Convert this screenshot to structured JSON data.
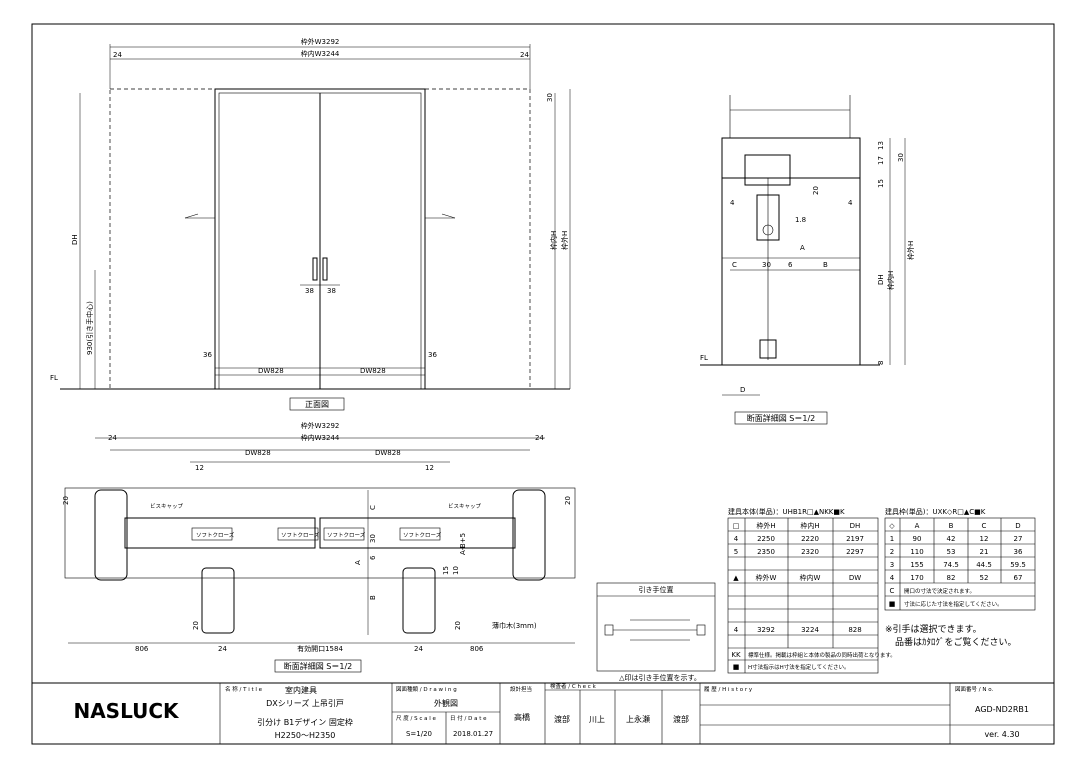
{
  "elevation": {
    "outer_w": "枠外W3292",
    "inner_w": "枠内W3244",
    "side_dim": "24",
    "top_dim": "30",
    "dh": "DH",
    "outer_h": "枠外H",
    "inner_h": "枠内H",
    "handle_height": "930(引き手中心)",
    "handle_dim": "38",
    "edge_dim": "36",
    "dw": "DW828",
    "fl": "FL",
    "caption": "正面図"
  },
  "section_right": {
    "d13": "13",
    "d17": "17",
    "d15": "15",
    "d30": "30",
    "d4": "4",
    "d20": "20",
    "d18": "1.8",
    "a": "A",
    "c": "C",
    "d6": "6",
    "b": "B",
    "dh": "DH",
    "inner_h": "枠内H",
    "outer_h": "枠外H",
    "d8": "8",
    "fl": "FL",
    "d": "D",
    "caption": "断面詳細図 S＝1/2"
  },
  "plan": {
    "outer_w": "枠外W3292",
    "inner_w": "枠内W3244",
    "dw": "DW828",
    "d24": "24",
    "d12": "12",
    "d20": "20",
    "screw_cap": "ビスキャップ",
    "soft_close": "ソフトクローズ",
    "c": "C",
    "d30": "30",
    "d6": "6",
    "b": "B",
    "a": "A",
    "ab5": "A-B+5",
    "d15": "15",
    "d10": "10",
    "cloth": "薄巾木(3mm)",
    "d806": "806",
    "opening": "有効開口1584",
    "caption": "断面詳細図 S＝1/2"
  },
  "handle_box": {
    "title": "引き手位置",
    "note": "△印は引き手位置を示す。"
  },
  "table1": {
    "title": "建具本体(単品)：UHB1R□▲NKK■K",
    "head1": [
      "□",
      "枠外H",
      "枠内H",
      "DH"
    ],
    "rows1": [
      [
        "4",
        "2250",
        "2220",
        "2197"
      ],
      [
        "5",
        "2350",
        "2320",
        "2297"
      ]
    ],
    "head2": [
      "▲",
      "枠外W",
      "枠内W",
      "DW"
    ],
    "rows2": [
      [
        "4",
        "3292",
        "3224",
        "828"
      ]
    ],
    "notes": [
      [
        "KK",
        "標準仕様。掲載は枠組と本体の製品の同時出荷となります。"
      ],
      [
        "■",
        "H寸法指示はH寸法を指定してください。"
      ]
    ]
  },
  "table2": {
    "title": "建具枠(単品)：UXK◇R□▲C■K",
    "head": [
      "◇",
      "A",
      "B",
      "C",
      "D"
    ],
    "rows": [
      [
        "1",
        "90",
        "42",
        "12",
        "27"
      ],
      [
        "2",
        "110",
        "53",
        "21",
        "36"
      ],
      [
        "3",
        "155",
        "74.5",
        "44.5",
        "59.5"
      ],
      [
        "4",
        "170",
        "82",
        "52",
        "67"
      ]
    ],
    "notes": [
      [
        "C",
        "開口の寸法で決定されます。"
      ],
      [
        "■",
        "寸法に応じた寸法を指定してください。"
      ]
    ]
  },
  "remark": {
    "line1": "※引手は選択できます。",
    "line2": "品番はｶﾀﾛｸﾞをご覧ください。"
  },
  "titleblock": {
    "logo": "NASLUCK",
    "title_label": "名 称 / T i t l e",
    "title1": "室内建具",
    "title2": "DXシリーズ 上吊引戸",
    "title3": "引分け B1デザイン 固定枠",
    "title4": "H2250～H2350",
    "drawing_label": "図面種類 / D r a w i n g",
    "drawing": "外観図",
    "scale_label": "尺 度 / S c a l e",
    "scale": "S=1/20",
    "date_label": "日 付 / D a t e",
    "date": "2018.01.27",
    "designer_label": "設計担当",
    "designer": "高橋",
    "check_label": "検査者 / C h e c k",
    "approve": [
      "渡部",
      "川上",
      "上永瀬",
      "渡部"
    ],
    "history_label": "履 歴 / H i s t o r y",
    "no_label": "図面番号 / N o.",
    "no": "AGD-ND2RB1",
    "ver": "ver. 4.30"
  }
}
